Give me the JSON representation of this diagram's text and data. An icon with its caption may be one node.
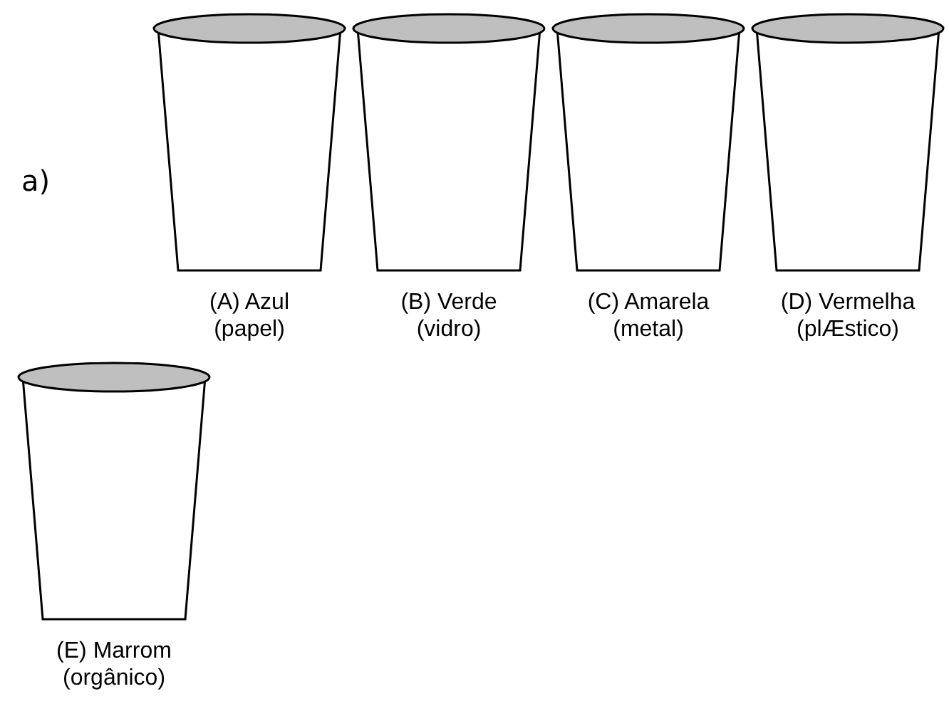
{
  "diagram": {
    "nodes": [
      {
        "text": [
          "(A) Azul (papel)"
        ]
      },
      {
        "text": [
          "(B) Verde (vidro)"
        ]
      },
      {
        "text": [
          "(C) Amarela (metal)"
        ]
      },
      {
        "text": [
          "(D) Vermelha (plÆstico)"
        ]
      },
      {
        "text": [
          "(E) Marrom (orgânico)"
        ]
      }
    ],
    "edges": [],
    "labels": [
      "a)"
    ]
  }
}
